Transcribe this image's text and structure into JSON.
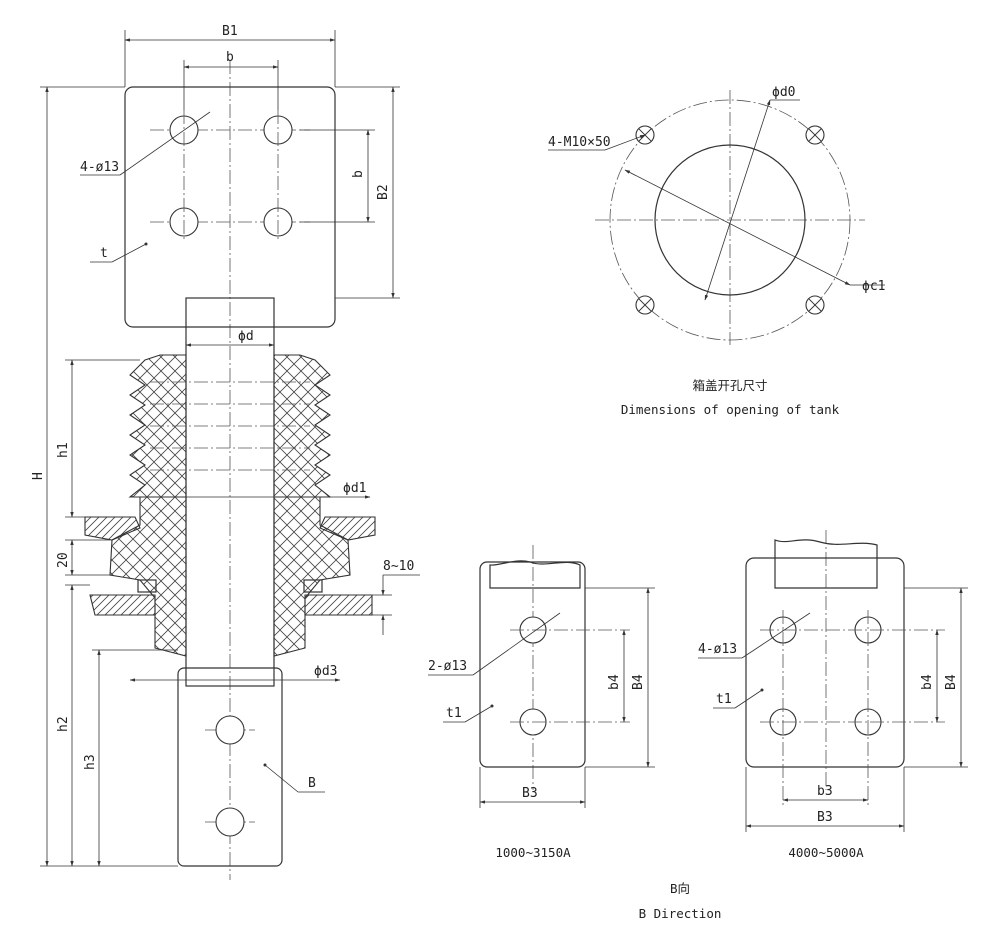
{
  "bushing": {
    "B1": "B1",
    "b_top": "b",
    "b_side": "b",
    "B2": "B2",
    "holes": "4-ø13",
    "t": "t",
    "phi_d": "ϕd",
    "phi_d1": "ϕd1",
    "phi_d3": "ϕd3",
    "H": "H",
    "h1": "h1",
    "dim20": "20",
    "dim8_10": "8~10",
    "h2": "h2",
    "h3": "h3",
    "B": "B"
  },
  "tank_opening": {
    "bolts": "4-M10×50",
    "phi_d0": "ϕd0",
    "phi_c1": "ϕc1",
    "caption_cn": "箱盖开孔尺寸",
    "caption_en": "Dimensions of opening of tank"
  },
  "view_small": {
    "holes": "2-ø13",
    "t1": "t1",
    "b4": "b4",
    "B4": "B4",
    "B3": "B3",
    "range": "1000~3150A"
  },
  "view_large": {
    "holes": "4-ø13",
    "t1": "t1",
    "b4": "b4",
    "B4": "B4",
    "b3": "b3",
    "B3": "B3",
    "range": "4000~5000A"
  },
  "b_direction": {
    "cn": "B向",
    "en": "B Direction"
  }
}
